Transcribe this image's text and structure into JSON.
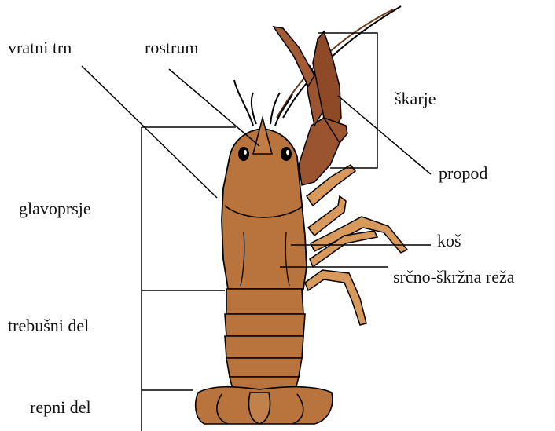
{
  "labels": {
    "vratni_trn": "vratni trn",
    "rostrum": "rostrum",
    "skarje": "škarje",
    "propod": "propod",
    "glavoprsje": "glavoprsje",
    "kos": "koš",
    "srcno_skrzna_reza": "srčno-škržna reža",
    "trebusni_del": "trebušni del",
    "repni_del": "repni del"
  },
  "colors": {
    "body": "#b9743e",
    "body_dark": "#8a4a24",
    "claw": "#9a5430",
    "leg": "#d79a5c",
    "outline": "#000000",
    "eye": "#000000"
  }
}
